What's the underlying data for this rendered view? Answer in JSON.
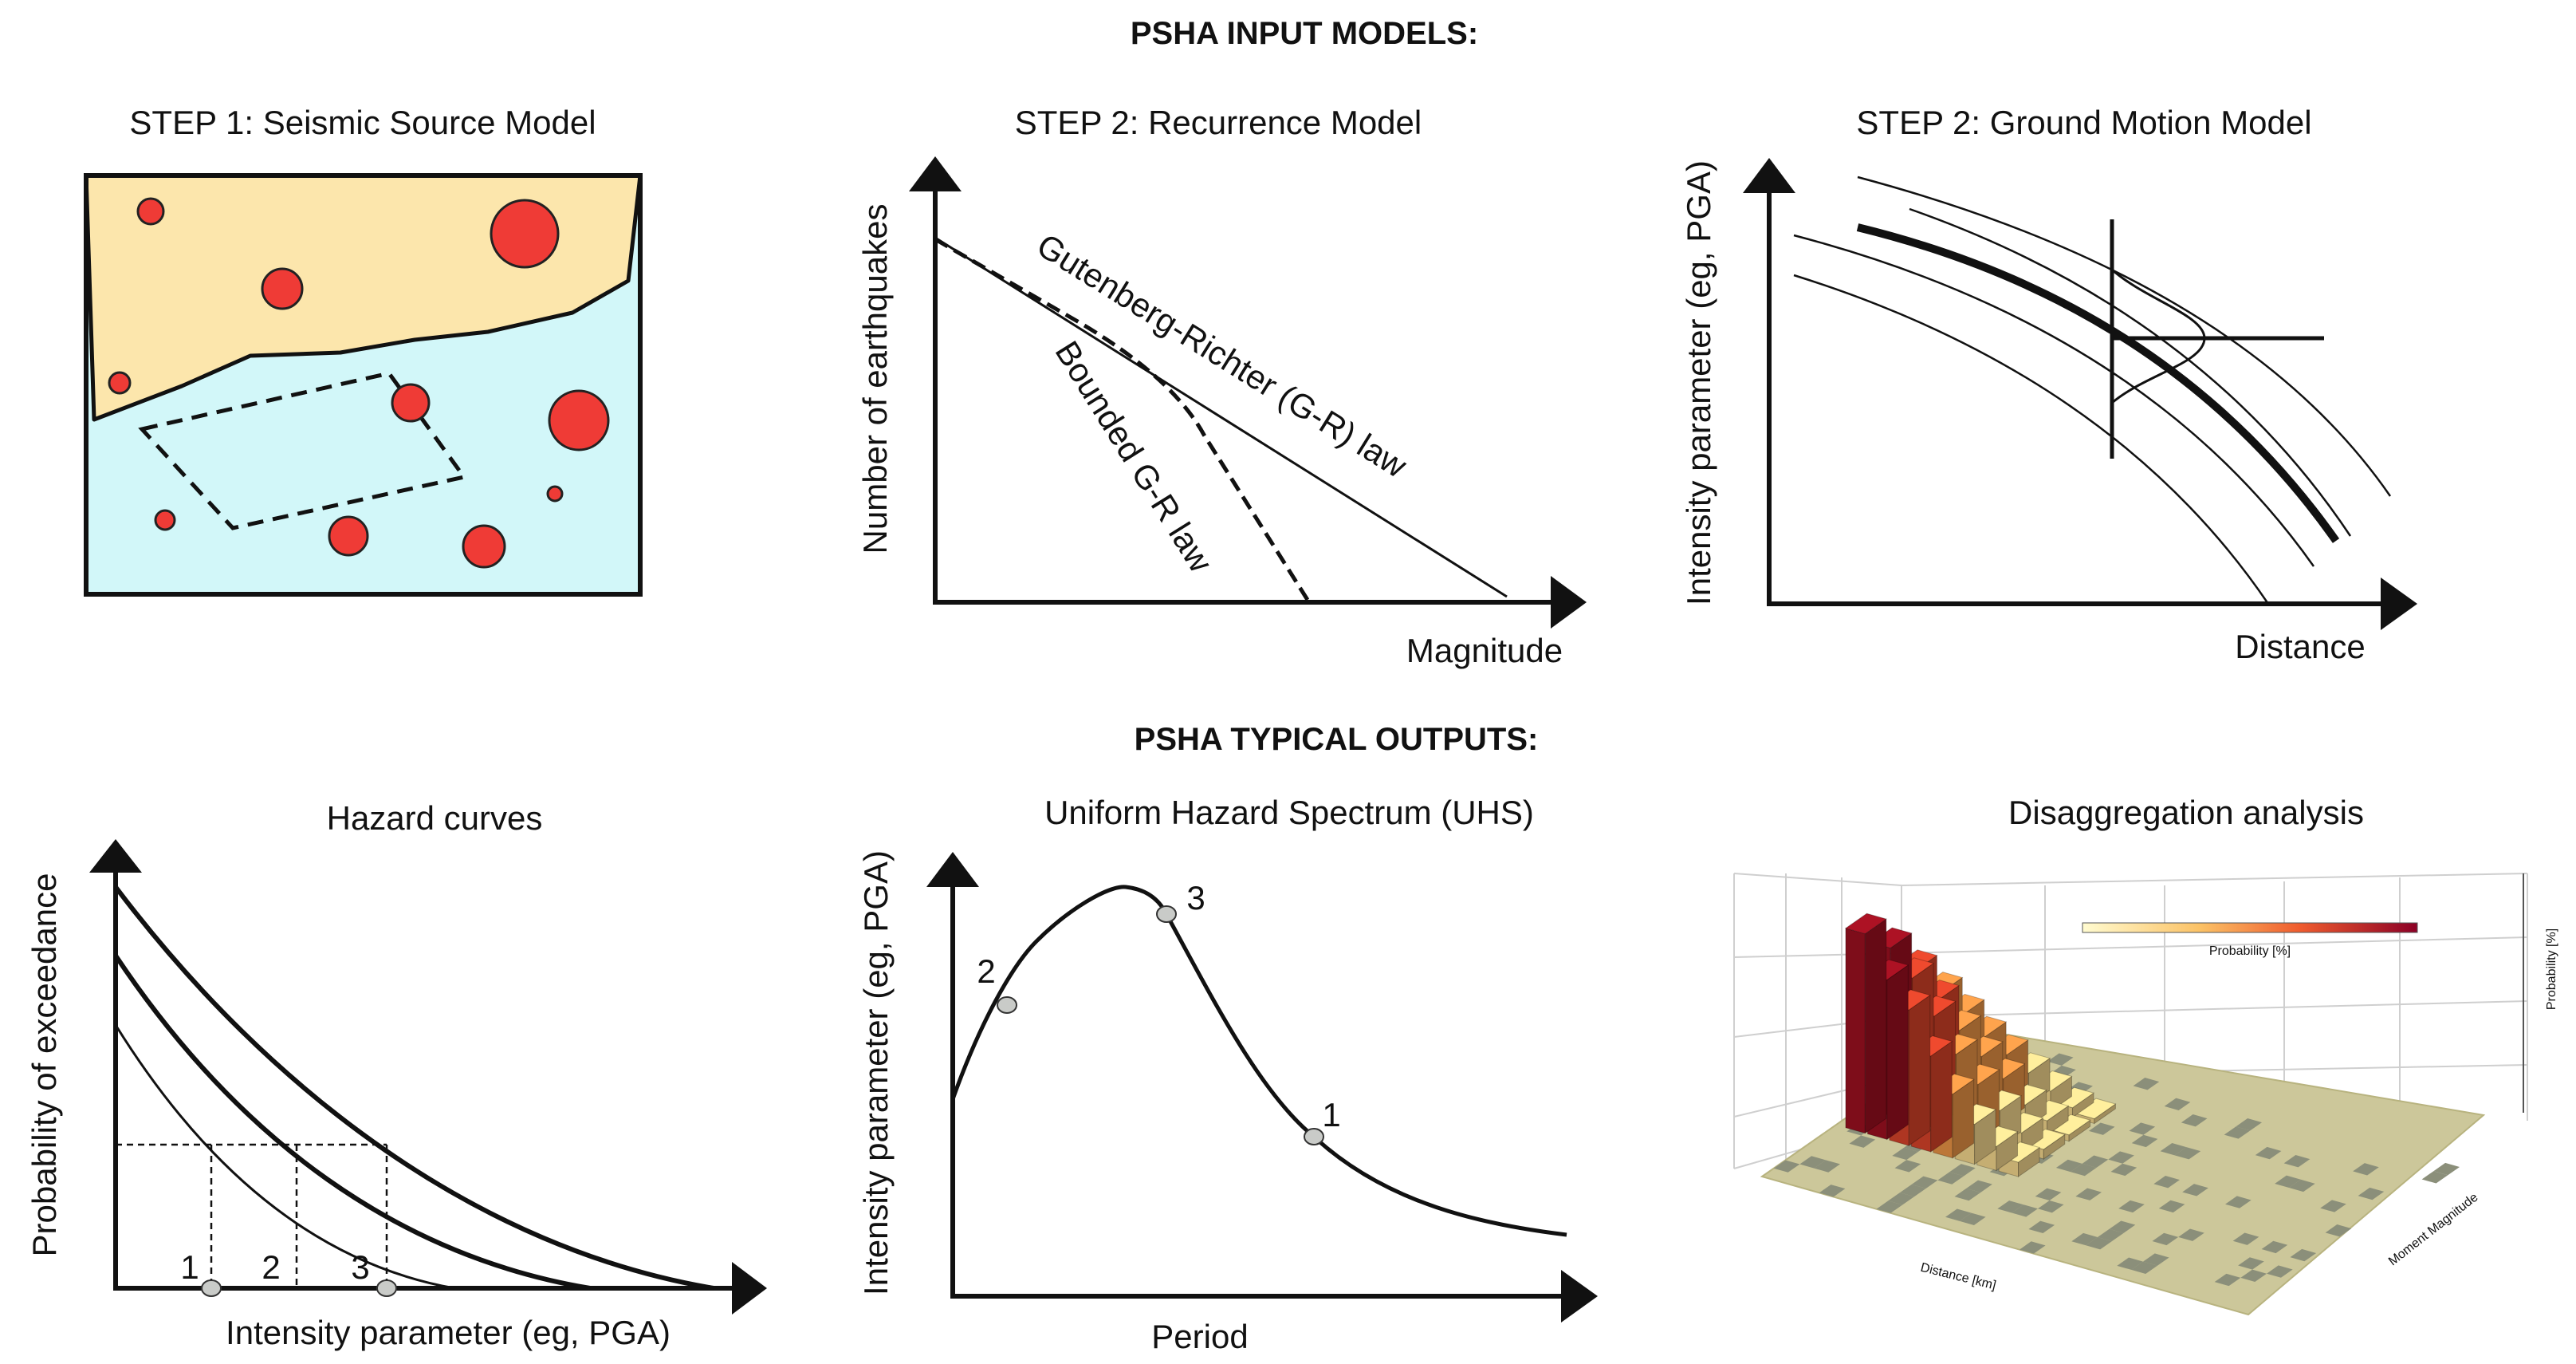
{
  "headings": {
    "inputs": "PSHA INPUT MODELS:",
    "outputs": "PSHA TYPICAL OUTPUTS:"
  },
  "panels": {
    "source": {
      "title": "STEP 1: Seismic Source Model"
    },
    "recurrence": {
      "title": "STEP 2: Recurrence Model",
      "ylabel": "Number of earthquakes",
      "xlabel": "Magnitude",
      "gr_label": "Gutenberg-Richter (G-R) law",
      "bounded_label": "Bounded G-R law"
    },
    "gmm": {
      "title": "STEP 2: Ground Motion Model",
      "ylabel": "Intensity parameter (eg, PGA)",
      "xlabel": "Distance"
    },
    "hazard": {
      "title": "Hazard curves",
      "ylabel": "Probability of exceedance",
      "xlabel": "Intensity parameter (eg, PGA)",
      "points": [
        "1",
        "2",
        "3"
      ]
    },
    "uhs": {
      "title": "Uniform Hazard Spectrum (UHS)",
      "ylabel": "Intensity parameter (eg, PGA)",
      "xlabel": "Period",
      "points": [
        "1",
        "2",
        "3"
      ]
    },
    "disagg": {
      "title": "Disaggregation analysis",
      "colorbar_label": "Probability [%]",
      "zlabel": "Probability [%]",
      "xlabel": "Distance [km]",
      "ylabel": "Moment Magnitude"
    }
  },
  "colors": {
    "land": "#fce6ac",
    "sea": "#d2f7f9",
    "source_dot": "#ef3b36",
    "marker": "#c9cbc8",
    "plane": "#ccc79a",
    "plane_dark": "#8b8f7a",
    "bar_dark": "#9d1021",
    "bar_mid": "#d9432a",
    "bar_orange": "#eb9546",
    "bar_light": "#f6d98f"
  }
}
